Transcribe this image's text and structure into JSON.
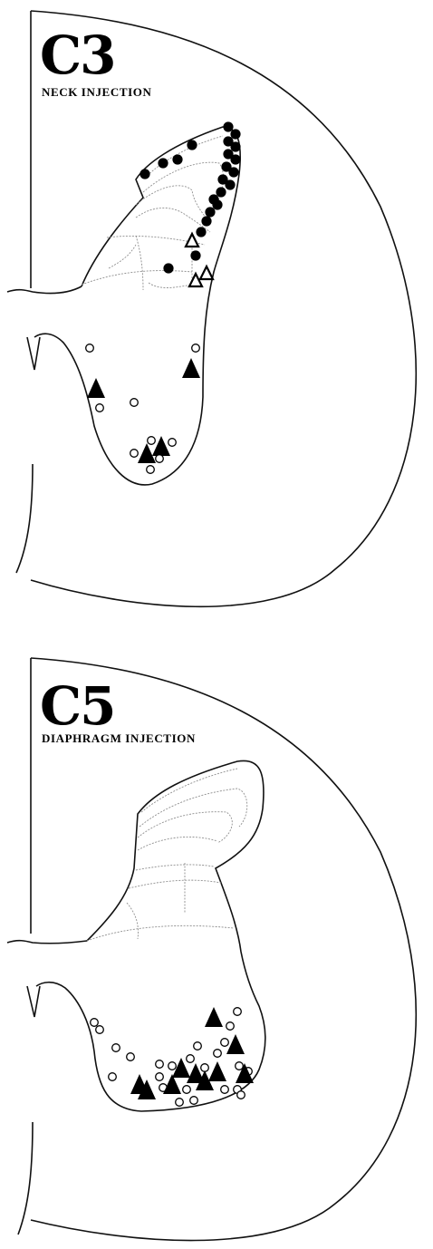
{
  "panels": [
    {
      "level": "C3",
      "injection": "NECK INJECTION"
    },
    {
      "level": "C5",
      "injection": "DIAPHRAGM INJECTION"
    }
  ],
  "colors": {
    "outline": "#111111",
    "laminae": "#9a9a9a",
    "marker_fill": "#000000"
  }
}
